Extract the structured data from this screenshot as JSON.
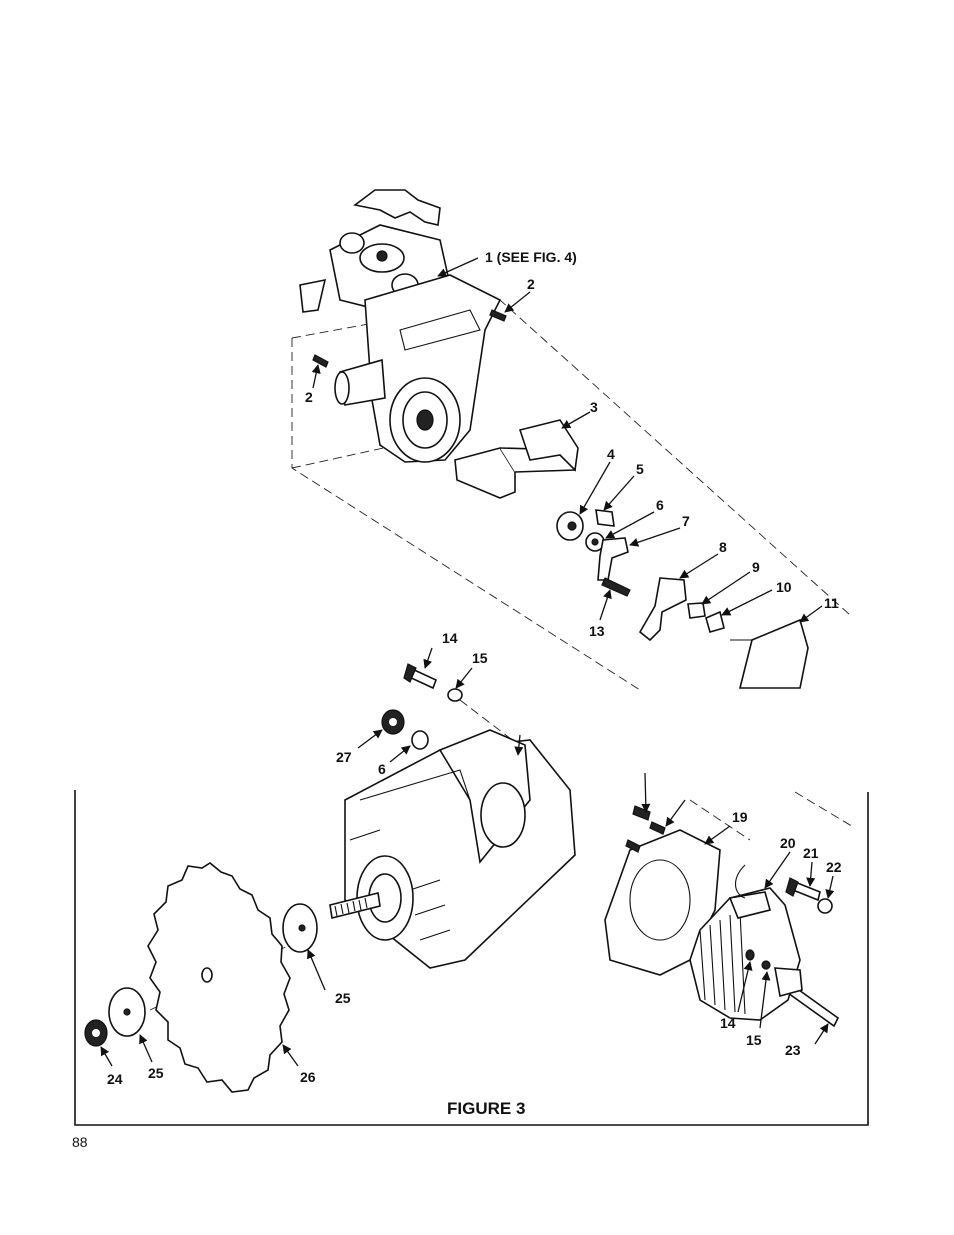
{
  "figure_title": "FIGURE 3",
  "page_number": "88",
  "callouts": {
    "c1": "1 (SEE FIG. 4)",
    "c2a": "2",
    "c2b": "2",
    "c3": "3",
    "c4": "4",
    "c5": "5",
    "c6a": "6",
    "c7": "7",
    "c8": "8",
    "c9": "9",
    "c10": "10",
    "c11": "11",
    "c13": "13",
    "c14a": "14",
    "c15a": "15",
    "c27": "27",
    "c6b": "6",
    "c19": "19",
    "c20": "20",
    "c21": "21",
    "c22": "22",
    "c14b": "14",
    "c15b": "15",
    "c23": "23",
    "c25a": "25",
    "c26": "26",
    "c24": "24",
    "c25b": "25"
  }
}
